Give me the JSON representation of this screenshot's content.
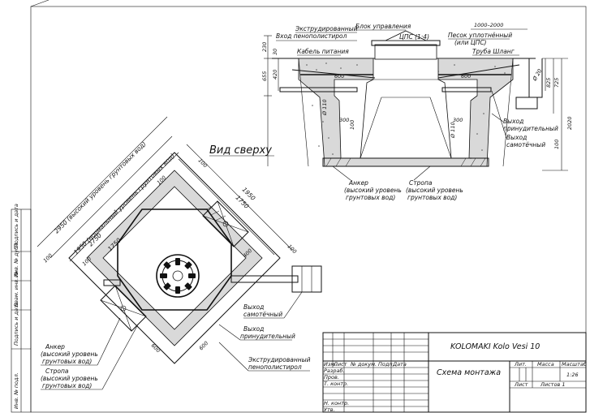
{
  "view_title": "Вид сверху",
  "section_labels": {
    "extruded_input": "Экструдированный",
    "extruded_input2": "Вход пенополистирол",
    "control_block": "Блок управления",
    "tsps": "ЦПС (1:4)",
    "sand": "Песок уплотнённый",
    "sand2": "(или ЦПС)",
    "power_cable": "Кабель питания",
    "pipe_hose": "Труба Шланг",
    "forced_outlet": "Выход",
    "forced_outlet2": "принудительный",
    "gravity_outlet": "Выход",
    "gravity_outlet2": "самотёчный",
    "anchor": "Анкер",
    "anchor2": "(высокий уровень",
    "anchor3": "грунтовых вод)",
    "sling": "Стропа",
    "sling2": "(высокий уровень",
    "sling3": "грунтовых вод)"
  },
  "section_dims": {
    "d1000_2000": "1000–2000",
    "d230": "230",
    "d30": "30",
    "d420": "420",
    "d655": "655",
    "d600a": "600",
    "d600b": "600",
    "d825": "825",
    "d725": "725",
    "d2020": "2020",
    "d100a": "100",
    "d100b": "100",
    "d300a": "300",
    "d300b": "300",
    "phi110a": "Ø 110",
    "phi110b": "Ø 110",
    "phi20": "Ø 20"
  },
  "plan_labels": {
    "high_gw": "2950 (высокий уровень грунтовых вод)",
    "normal_gw": "1950 (нормальный уровень грунтовых вод)",
    "d2750": "2750",
    "d1750": "1750",
    "d100a": "100",
    "d100b": "100",
    "d100c": "100",
    "d100d": "100",
    "d1950": "1950",
    "d1750b": "1750",
    "d100e": "100",
    "d400": "400",
    "d600a": "600",
    "d600b": "600",
    "gravity_outlet": "Выход",
    "gravity_outlet2": "самотёчный",
    "forced_outlet": "Выход",
    "forced_outlet2": "принудительный",
    "extruded": "Экструдированный",
    "extruded2": "пенополистирол",
    "anchor": "Анкер",
    "anchor2": "(высокий уровень",
    "anchor3": "грунтовых вод)",
    "sling": "Стропа",
    "sling2": "(высокий уровень",
    "sling3": "грунтовых вод)"
  },
  "side_stamp": [
    "Подпись и дата",
    "Инв. № дубл.",
    "Взам. инв. №",
    "Подпись и дата",
    "Инв. № подл."
  ],
  "title_block": {
    "product": "KOLOMAKI Kolo Vesi 10",
    "drawing_name": "Схема монтажа",
    "lit": "Лит.",
    "mass": "Масса",
    "scale_label": "Масштаб",
    "scale": "1:26",
    "sheet": "Лист",
    "sheets": "Листов 1",
    "col_izm": "Изм.",
    "col_list": "Лист",
    "col_doc": "№ докум.",
    "col_sign": "Подп.",
    "col_date": "Дата",
    "row_dev": "Разраб.",
    "row_check": "Пров.",
    "row_tcontr": "Т. контр.",
    "row_ncontr": "Н. контр.",
    "row_appr": "Утв."
  }
}
